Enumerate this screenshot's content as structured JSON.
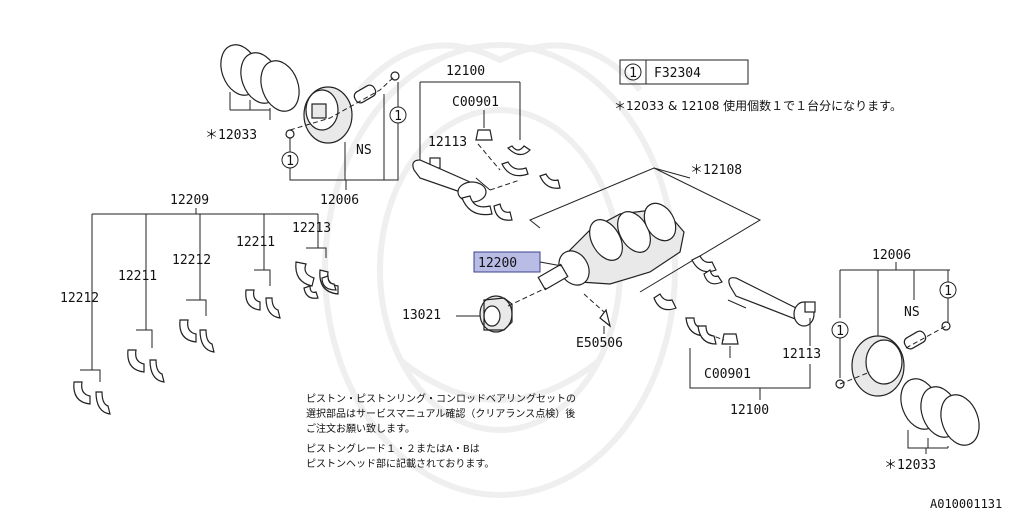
{
  "diagram": {
    "reference_box": {
      "circle_label": "1",
      "code": "F32304"
    },
    "note_top": "＊12033 & 12108 使用個数１で１台分になります。",
    "labels": {
      "p12033_top": "＊12033",
      "p12006_top": "12006",
      "ns_top": "NS",
      "circle_a": "1",
      "circle_b": "1",
      "p12100_top": "12100",
      "c00901_top": "C00901",
      "p12113_top": "12113",
      "p12108": "＊12108",
      "p12209": "12209",
      "p12211_a": "12211",
      "p12212_a": "12212",
      "p12211_b": "12211",
      "p12213": "12213",
      "p12212_b": "12212",
      "p12200": "12200",
      "p13021": "13021",
      "e50506": "E50506",
      "p12006_right": "12006",
      "ns_right": "NS",
      "circle_c": "1",
      "circle_d": "1",
      "p12113_right": "12113",
      "c00901_bottom": "C00901",
      "p12100_bottom": "12100",
      "p12033_bottom": "＊12033",
      "diagram_id": "A010001131"
    },
    "notes_bottom": [
      "ピストン・ピストンリング・コンロッドベアリングセットの",
      "選択部品はサービスマニュアル確認（クリアランス点検）後",
      "ご注文お願い致します。",
      "ピストングレード１・２またはA・Bは",
      "ピストンヘッド部に記載されております。"
    ],
    "highlight_color": "#b9bde6"
  }
}
